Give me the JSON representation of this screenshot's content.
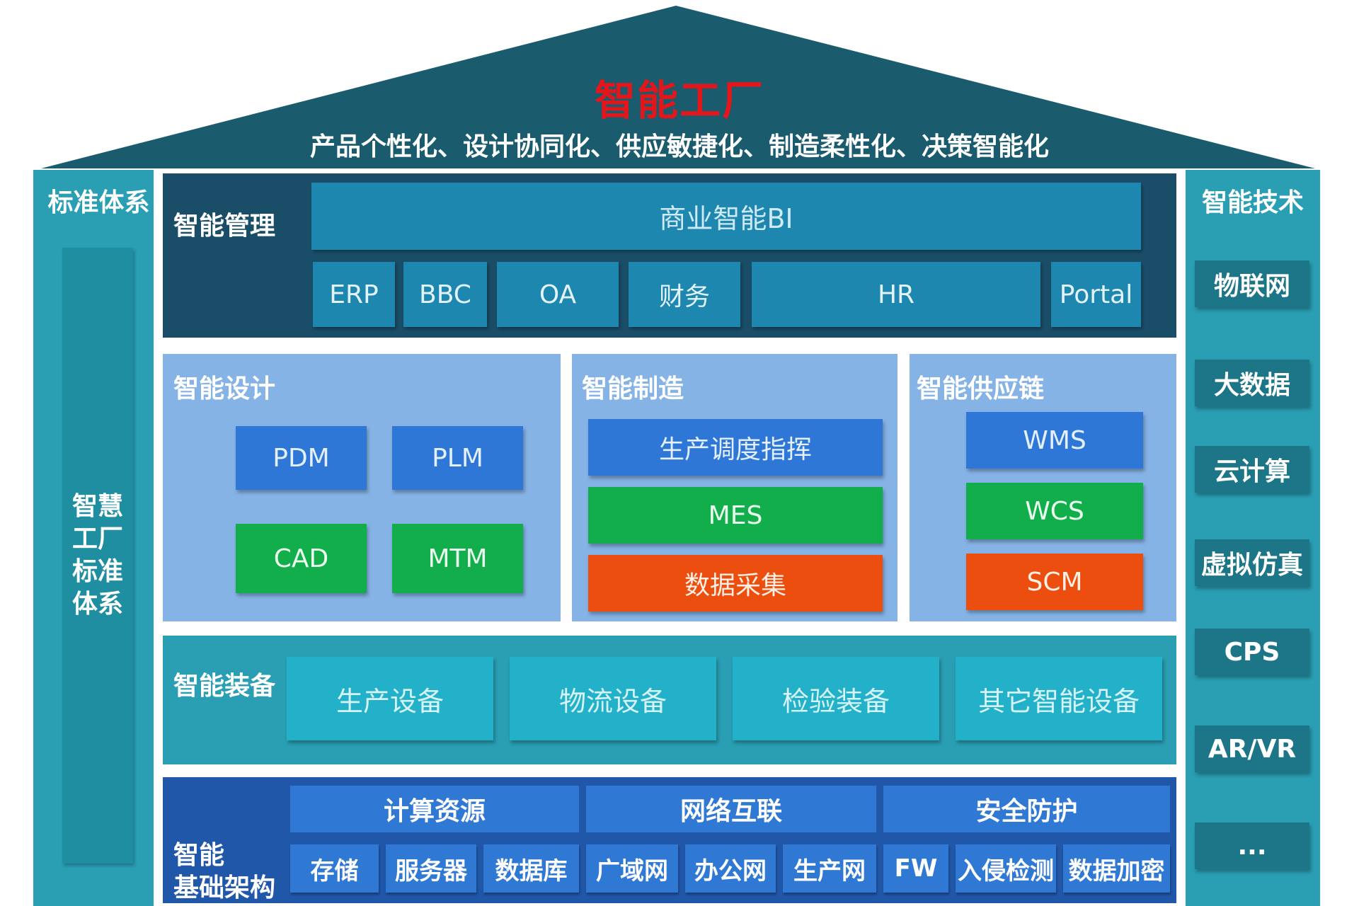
{
  "roof": {
    "title": "智能工厂",
    "subtitle": "产品个性化、设计协同化、供应敏捷化、制造柔性化、决策智能化"
  },
  "standards": {
    "label": "标准体系",
    "pillar": "智慧\n工厂\n标准\n体系"
  },
  "tech": {
    "label": "智能技术",
    "items": [
      "物联网",
      "大数据",
      "云计算",
      "虚拟仿真",
      "CPS",
      "AR/VR",
      "..."
    ]
  },
  "management": {
    "label": "智能管理",
    "bi": "商业智能BI",
    "systems": [
      "ERP",
      "BBC",
      "OA",
      "财务",
      "HR",
      "Portal"
    ]
  },
  "design": {
    "label": "智能设计",
    "items": [
      "PDM",
      "PLM",
      "CAD",
      "MTM"
    ]
  },
  "manufacturing": {
    "label": "智能制造",
    "items": [
      "生产调度指挥",
      "MES",
      "数据采集"
    ]
  },
  "supply": {
    "label": "智能供应链",
    "items": [
      "WMS",
      "WCS",
      "SCM"
    ]
  },
  "equipment": {
    "label": "智能装备",
    "items": [
      "生产设备",
      "物流设备",
      "检验装备",
      "其它智能设备"
    ]
  },
  "infrastructure": {
    "label": "智能\n基础架构",
    "groups": [
      {
        "title": "计算资源",
        "items": [
          "存储",
          "服务器",
          "数据库"
        ]
      },
      {
        "title": "网络互联",
        "items": [
          "广域网",
          "办公网",
          "生产网"
        ]
      },
      {
        "title": "安全防护",
        "items": [
          "FW",
          "入侵检测",
          "数据加密"
        ]
      }
    ]
  },
  "colors": {
    "roof": "#1a5c6e",
    "title_red": "#e3161b",
    "teal": "#2a9fb4",
    "management": "#1a4e68",
    "light_panel": "#86b3e6",
    "blue": "#2e77d6",
    "green": "#12ae4c",
    "orange": "#ec4e0f",
    "infra": "#2157a8"
  }
}
